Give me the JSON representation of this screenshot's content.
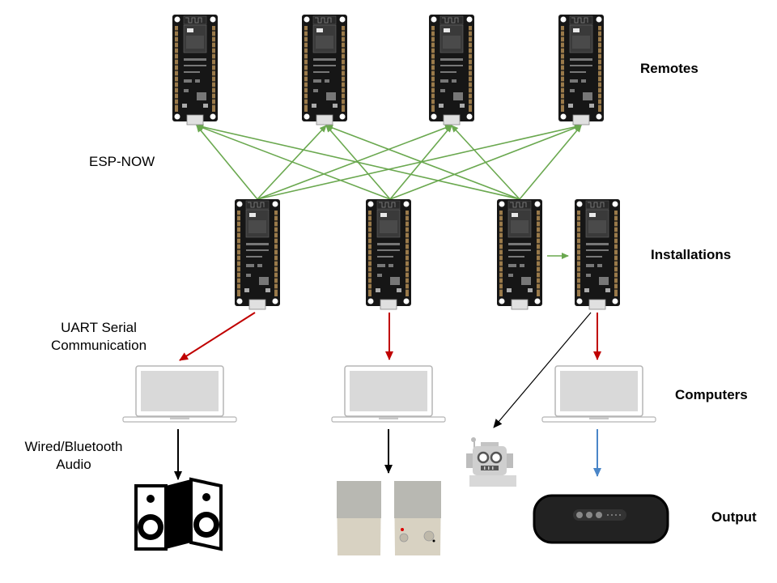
{
  "labels": {
    "remotes": "Remotes",
    "installations": "Installations",
    "computers": "Computers",
    "output": "Output",
    "esp_now": "ESP-NOW",
    "uart_line1": "UART Serial",
    "uart_line2": "Communication",
    "audio_line1": "Wired/Bluetooth",
    "audio_line2": "Audio"
  },
  "colors": {
    "esp_now_link": "#6aa84f",
    "uart_link": "#c00000",
    "wired_audio_link": "#000000",
    "bluetooth_link": "#4a86c8",
    "board_pcb": "#111111",
    "laptop_screen": "#d9d9d9"
  },
  "icons": {
    "remote_boards": [
      "esp32-board-icon",
      "esp32-board-icon",
      "esp32-board-icon",
      "esp32-board-icon"
    ],
    "installation_boards": [
      "esp32-board-icon",
      "esp32-board-icon",
      "esp32-board-icon",
      "esp32-board-icon"
    ],
    "computers": [
      "laptop-icon",
      "laptop-icon",
      "laptop-icon"
    ],
    "outputs": [
      "bookshelf-speakers-icon",
      "computer-speakers-icon",
      "robot-icon",
      "bluetooth-speaker-icon"
    ]
  }
}
